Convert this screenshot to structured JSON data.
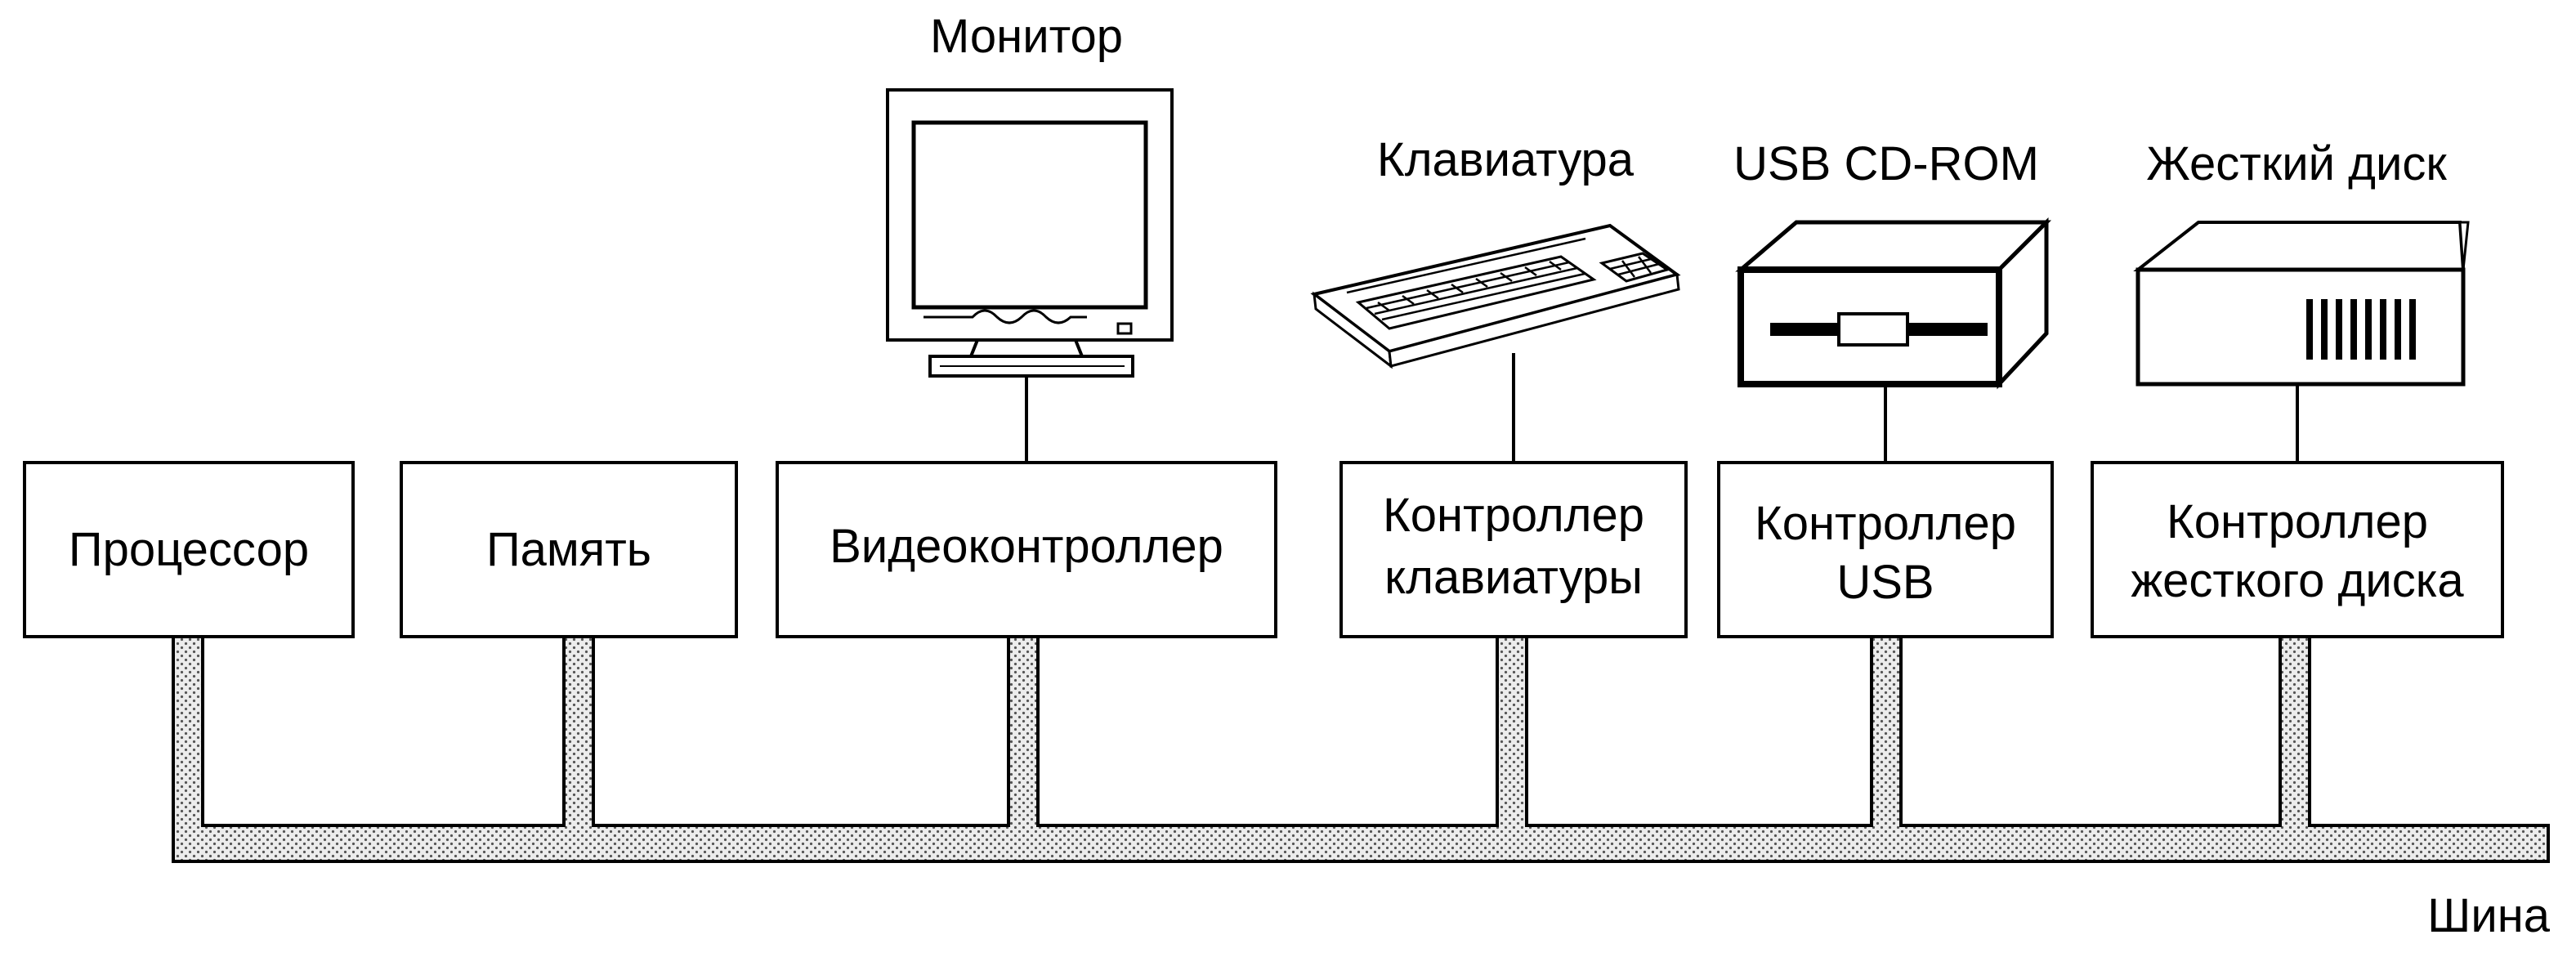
{
  "devices": {
    "monitor": "Монитор",
    "keyboard": "Клавиатура",
    "usb_cdrom": "USB CD-ROM",
    "hard_disk": "Жесткий диск"
  },
  "controllers": {
    "processor": [
      "Процессор"
    ],
    "memory": [
      "Память"
    ],
    "video": [
      "Видеоконтроллер"
    ],
    "keyboard": [
      "Контроллер",
      "клавиатуры"
    ],
    "usb": [
      "Контроллер",
      "USB"
    ],
    "disk": [
      "Контроллер",
      "жесткого диска"
    ]
  },
  "bus_label": "Шина"
}
